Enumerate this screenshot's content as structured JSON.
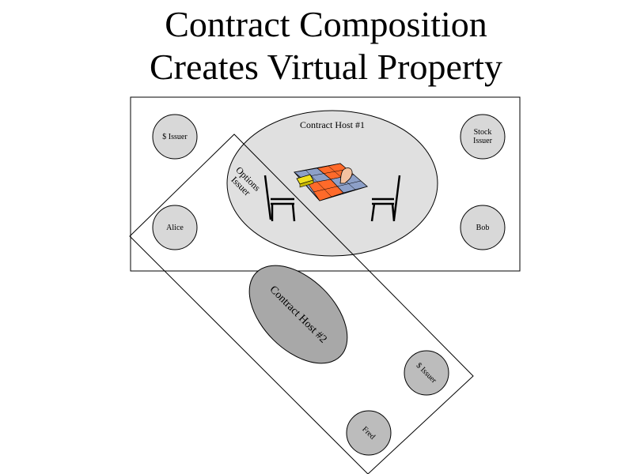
{
  "title": {
    "line1": "Contract Composition",
    "line2": "Creates Virtual Property"
  },
  "host1": {
    "label": "Contract Host #1",
    "options_issuer_line1": "Options",
    "options_issuer_line2": "Issuer"
  },
  "host2": {
    "label": "Contract Host #2"
  },
  "parties": {
    "dollar_issuer": "$ Issuer",
    "stock_issuer_line1": "Stock",
    "stock_issuer_line2": "Issuer",
    "alice": "Alice",
    "bob": "Bob",
    "dollar_issuer_2": "$ Issuer",
    "fred": "Fred"
  },
  "colors": {
    "host1_fill": "#e0e0e0",
    "host2_fill": "#a8a8a8",
    "party_fill": "#d8d8d8",
    "party2_fill": "#bcbcbc",
    "board_orange": "#ff6a2a",
    "board_blue": "#8da0c8",
    "chip_yellow": "#f0e020"
  }
}
